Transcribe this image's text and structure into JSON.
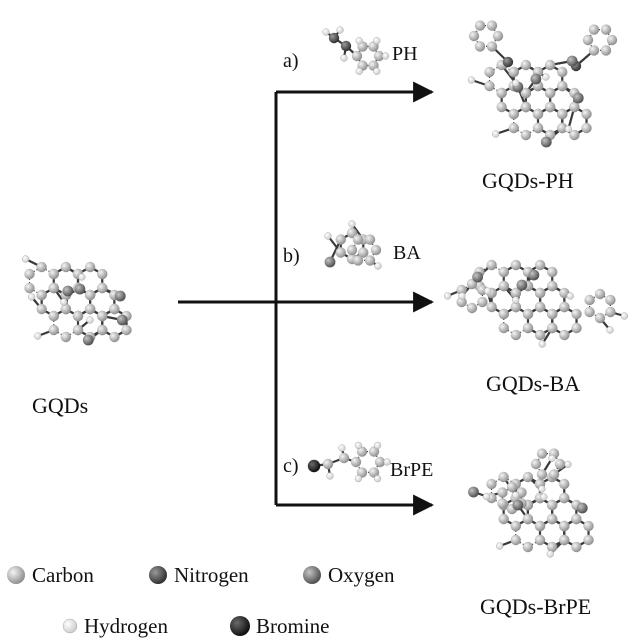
{
  "reactions": [
    {
      "step": "a)",
      "reagent": "PH",
      "product": "GQDs-PH"
    },
    {
      "step": "b)",
      "reagent": "BA",
      "product": "GQDs-BA"
    },
    {
      "step": "c)",
      "reagent": "BrPE",
      "product": "GQDs-BrPE"
    }
  ],
  "start_label": "GQDs",
  "legend": [
    {
      "label": "Carbon",
      "color": "#b8b8b8"
    },
    {
      "label": "Nitrogen",
      "color": "#4a4a4a"
    },
    {
      "label": "Oxygen",
      "color": "#6e6e6e"
    },
    {
      "label": "Hydrogen",
      "color": "#f2f2f2"
    },
    {
      "label": "Bromine",
      "color": "#1e1e1e"
    }
  ]
}
